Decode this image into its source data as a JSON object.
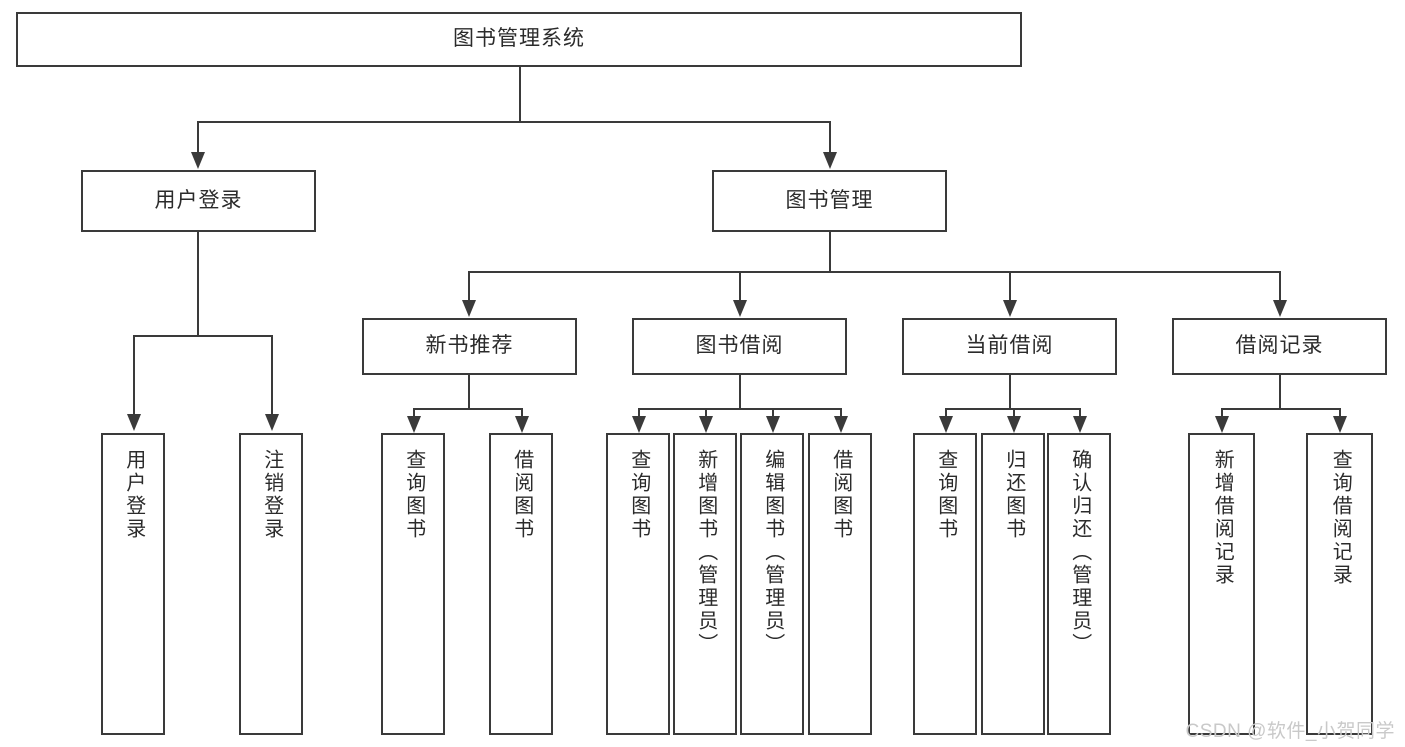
{
  "diagram": {
    "type": "tree",
    "title": "图书管理系统",
    "root": {
      "label": "图书管理系统"
    },
    "level1": [
      {
        "label": "用户登录"
      },
      {
        "label": "图书管理"
      }
    ],
    "level2": [
      {
        "label": "新书推荐"
      },
      {
        "label": "图书借阅"
      },
      {
        "label": "当前借阅"
      },
      {
        "label": "借阅记录"
      }
    ],
    "leaves": {
      "user_login": [
        {
          "label": "用户登录"
        },
        {
          "label": "注销登录"
        }
      ],
      "new_book_recommend": [
        {
          "label": "查询图书"
        },
        {
          "label": "借阅图书"
        }
      ],
      "book_borrow": [
        {
          "label": "查询图书"
        },
        {
          "label": "新增图书（管理员）"
        },
        {
          "label": "编辑图书（管理员）"
        },
        {
          "label": "借阅图书"
        }
      ],
      "current_borrow": [
        {
          "label": "查询图书"
        },
        {
          "label": "归还图书"
        },
        {
          "label": "确认归还（管理员）"
        }
      ],
      "borrow_record": [
        {
          "label": "新增借阅记录"
        },
        {
          "label": "查询借阅记录"
        }
      ]
    }
  },
  "watermark": {
    "text": "CSDN @软件_小贺同学"
  },
  "colors": {
    "border": "#3a3a3a",
    "fill": "#ffffff",
    "text": "#2b2b2b",
    "watermark": "#c9c9c9"
  }
}
